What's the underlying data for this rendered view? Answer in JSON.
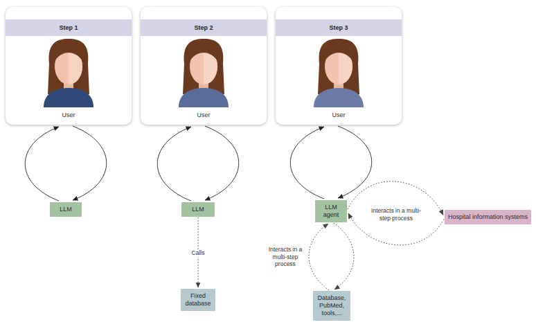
{
  "diagram": {
    "nodes": [
      {
        "text": [
          "User"
        ]
      },
      {
        "text": [
          "Step 1"
        ],
        "in": 0
      },
      {
        "text": [
          "User"
        ]
      },
      {
        "text": [
          "Step 2"
        ],
        "in": 2
      },
      {
        "text": [
          "User"
        ]
      },
      {
        "text": [
          "Step 3"
        ],
        "in": 4
      },
      {
        "text": [
          "LLM"
        ]
      },
      {
        "text": [
          "LLM"
        ]
      },
      {
        "text": [
          "Fixed database"
        ]
      },
      {
        "text": [
          "LLM agent"
        ]
      },
      {
        "text": [
          "Hospital information systems"
        ]
      },
      {
        "text": [
          "Database, PubMed, tools,..."
        ]
      }
    ],
    "edges": [
      {
        "from": 6,
        "to": 0,
        "arrow": "to"
      },
      {
        "from": 0,
        "to": 6,
        "arrow": "to"
      },
      {
        "from": 7,
        "to": 2,
        "arrow": "to"
      },
      {
        "from": 2,
        "to": 7,
        "arrow": "to"
      },
      {
        "from": 9,
        "to": 4,
        "arrow": "to"
      },
      {
        "from": 4,
        "to": 9,
        "arrow": "to"
      },
      {
        "from": 7,
        "to": 8,
        "label": "Calls",
        "arrow": "to"
      },
      {
        "from": 9,
        "to": 10,
        "label": "Interacts in a multi-step process",
        "arrow": "both"
      },
      {
        "from": 9,
        "to": 11,
        "label": "Interacts in a multi-step process",
        "arrow": "both"
      }
    ]
  }
}
